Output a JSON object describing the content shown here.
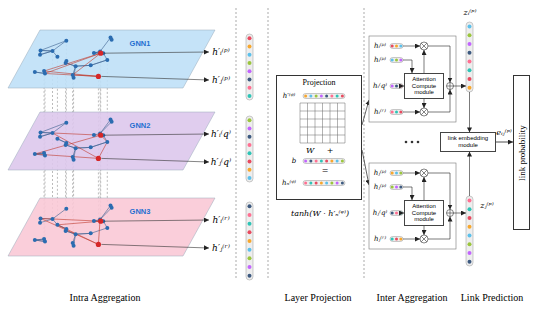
{
  "diagram": {
    "nodes": [
      {
        "text": [
          "Projection"
        ]
      },
      {
        "text": [
          "Attention Compute module"
        ]
      },
      {
        "text": [
          "Attention Compute module"
        ]
      },
      {
        "text": [
          "link embedding module"
        ]
      },
      {
        "text": [
          "link probability"
        ]
      }
    ],
    "edges": [
      {
        "from": 3,
        "to": 4,
        "arrow": "to"
      }
    ],
    "labels": [
      "GNN1",
      "GNN2",
      "GNN3",
      "h′ᵢ⁽ᵖ⁾",
      "h′ⱼ⁽ᵖ⁾",
      "h′ᵢ⁽q⁾",
      "h′ⱼ⁽q⁾",
      "h′ᵢ⁽ʳ⁾",
      "h′ⱼ⁽ʳ⁾",
      "h′⁽ᵠ⁾",
      "W",
      "+",
      "b",
      "=",
      "hₙ⁽ᵠ⁾",
      "tanh(W · h′ₙ⁽ᵠ⁾)",
      "hᵢ⁽ᵖ⁾",
      "hᵢ⁽ᵖ⁾",
      "hᵢ⁽q⁾",
      "hᵢ⁽ʳ⁾",
      "hⱼ⁽ᵖ⁾",
      "hⱼ⁽ᵖ⁾",
      "hⱼ⁽q⁾",
      "hⱼ⁽ʳ⁾",
      "zᵢ⁽ᵖ⁾",
      "zⱼ⁽ᵖ⁾",
      "eᵢⱼ⁽ᵖ⁾",
      "Intra Aggregation",
      "Layer Projection",
      "Inter Aggregation",
      "Link Prediction"
    ]
  }
}
